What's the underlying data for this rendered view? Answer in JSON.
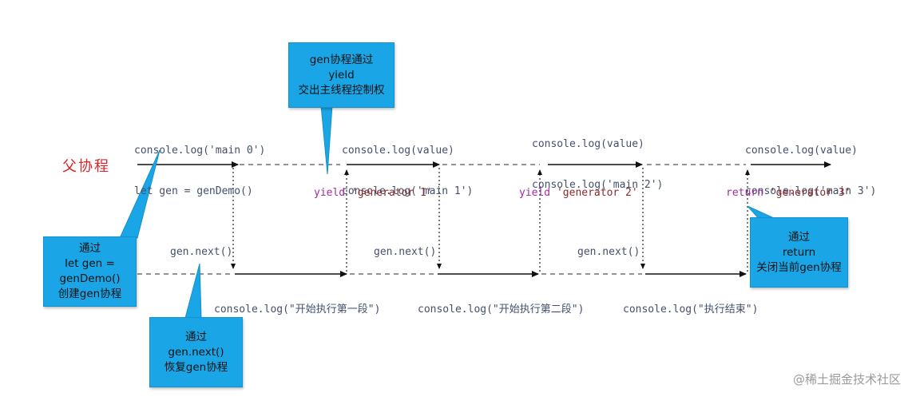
{
  "parent_label": "父协程",
  "code": {
    "main0_line1": "console.log('main 0')",
    "main0_line2": "let gen = genDemo()",
    "main1_line1": "console.log(value)",
    "main1_line2": "console.log('main 1')",
    "main2_line1": "console.log(value)",
    "main2_line2": "console.log('main 2')",
    "main3_line1": "console.log(value)",
    "main3_line2": "console.log('main 3')",
    "yield1": "yield 'generator 1'",
    "yield2": "yield 'generator 2'",
    "return3": "return 'generator 3'",
    "next1": "gen.next()",
    "next2": "gen.next()",
    "next3": "gen.next()",
    "log_seg1": "console.log(\"开始执行第一段\")",
    "log_seg2": "console.log(\"开始执行第二段\")",
    "log_end": "console.log(\"执行结束\")"
  },
  "callouts": {
    "yield_box": [
      "gen协程通过",
      "yield",
      "交出主线程控制权"
    ],
    "create_box": [
      "通过",
      "let gen =",
      "genDemo()",
      "创建gen协程"
    ],
    "next_box": [
      "通过",
      "gen.next()",
      "恢复gen协程"
    ],
    "return_box": [
      "通过",
      "return",
      "关闭当前gen协程"
    ]
  },
  "watermark": "@稀土掘金技术社区",
  "colors": {
    "callout_fill": "#1aa6e6",
    "parent_label": "#d8262d",
    "keyword_purple": "#a12aa1"
  }
}
